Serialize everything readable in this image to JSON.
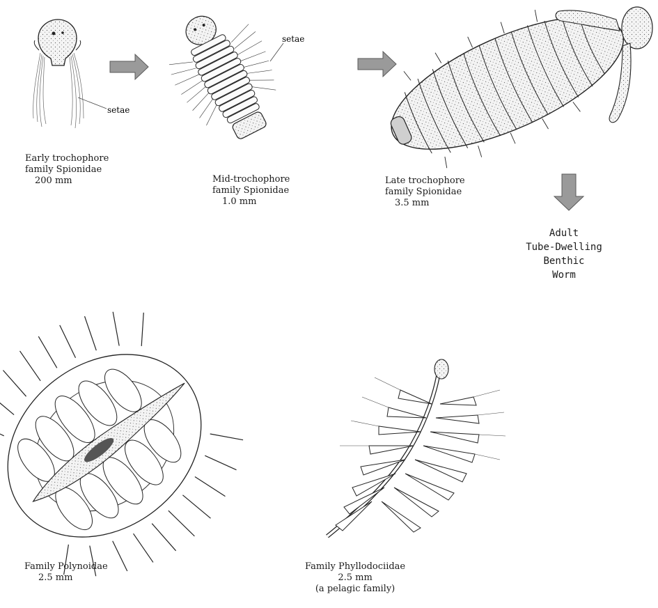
{
  "labels": {
    "setae_early": "setae",
    "setae_mid": "setae"
  },
  "captions": {
    "early": [
      "Early trochophore",
      "family Spionidae",
      "200 mm"
    ],
    "mid": [
      "Mid-trochophore",
      "family Spionidae",
      "1.0 mm"
    ],
    "late": [
      "Late trochophore",
      "family Spionidae",
      "3.5 mm"
    ],
    "adult": [
      "Adult",
      "Tube-Dwelling",
      "Benthic",
      "Worm"
    ],
    "polynoidae": [
      "Family Polynoidae",
      "2.5 mm"
    ],
    "phyllodociidae": [
      "Family Phyllodociidae",
      "2.5 mm",
      "(a pelagic family)"
    ]
  },
  "colors": {
    "arrow_fill": "#9a9a9a",
    "arrow_stroke": "#5a5a5a",
    "ink": "#222222",
    "stipple": "#d8d8d8"
  }
}
